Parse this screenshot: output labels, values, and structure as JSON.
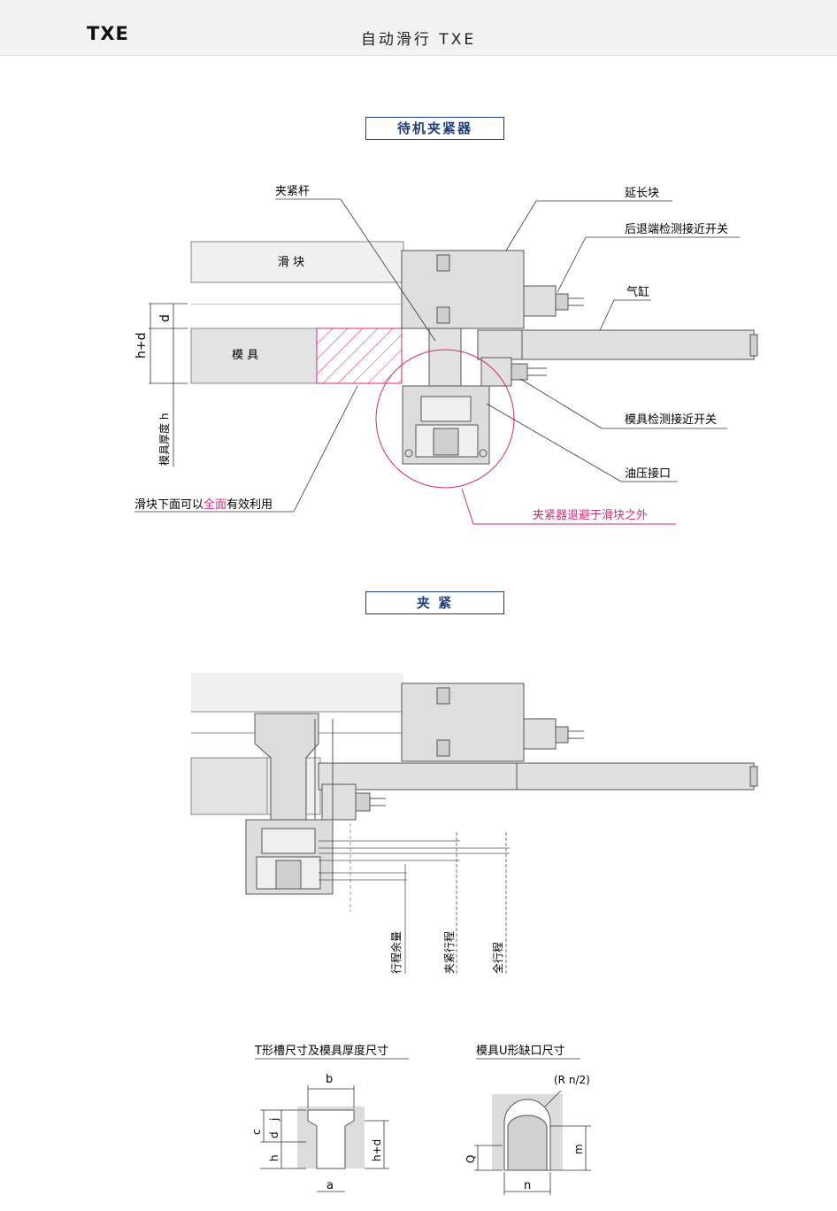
{
  "header": {
    "brand": "TXE",
    "title": "自动滑行 TXE"
  },
  "section1": {
    "title": "待机夹紧器",
    "labels": {
      "clamp_rod": "夹紧杆",
      "extension_block": "延长块",
      "rear_sensor": "后退端检测接近开关",
      "cylinder": "气缸",
      "slider": "滑 块",
      "mold": "模 具",
      "mold_sensor": "模具检测接近开关",
      "hydraulic_port": "油压接口",
      "retreat_note": "夹紧器退避于滑块之外",
      "hd": "h+d",
      "d": "d",
      "mold_thickness": "模具厚度 h",
      "bottom_note_a": "滑块下面可以",
      "bottom_note_b": "全面",
      "bottom_note_c": "有效利用"
    }
  },
  "section2": {
    "title": "夹 紧",
    "labels": {
      "stroke_margin": "行程余量",
      "clamp_stroke": "夹紧行程",
      "full_stroke": "全行程"
    }
  },
  "section3": {
    "tslot_title": "T形槽尺寸及模具厚度尺寸",
    "ushape_title": "模具U形缺口尺寸",
    "dims": {
      "b": "b",
      "c": "c",
      "d": "d",
      "j": "j",
      "h": "h",
      "hd": "h+d",
      "a": "a",
      "rn2": "(R n/2)",
      "m": "m",
      "q": "Q",
      "n": "n"
    }
  },
  "colors": {
    "accent": "#1e3f7a",
    "magenta": "#d6287a",
    "gray": "#d9d9d9"
  }
}
